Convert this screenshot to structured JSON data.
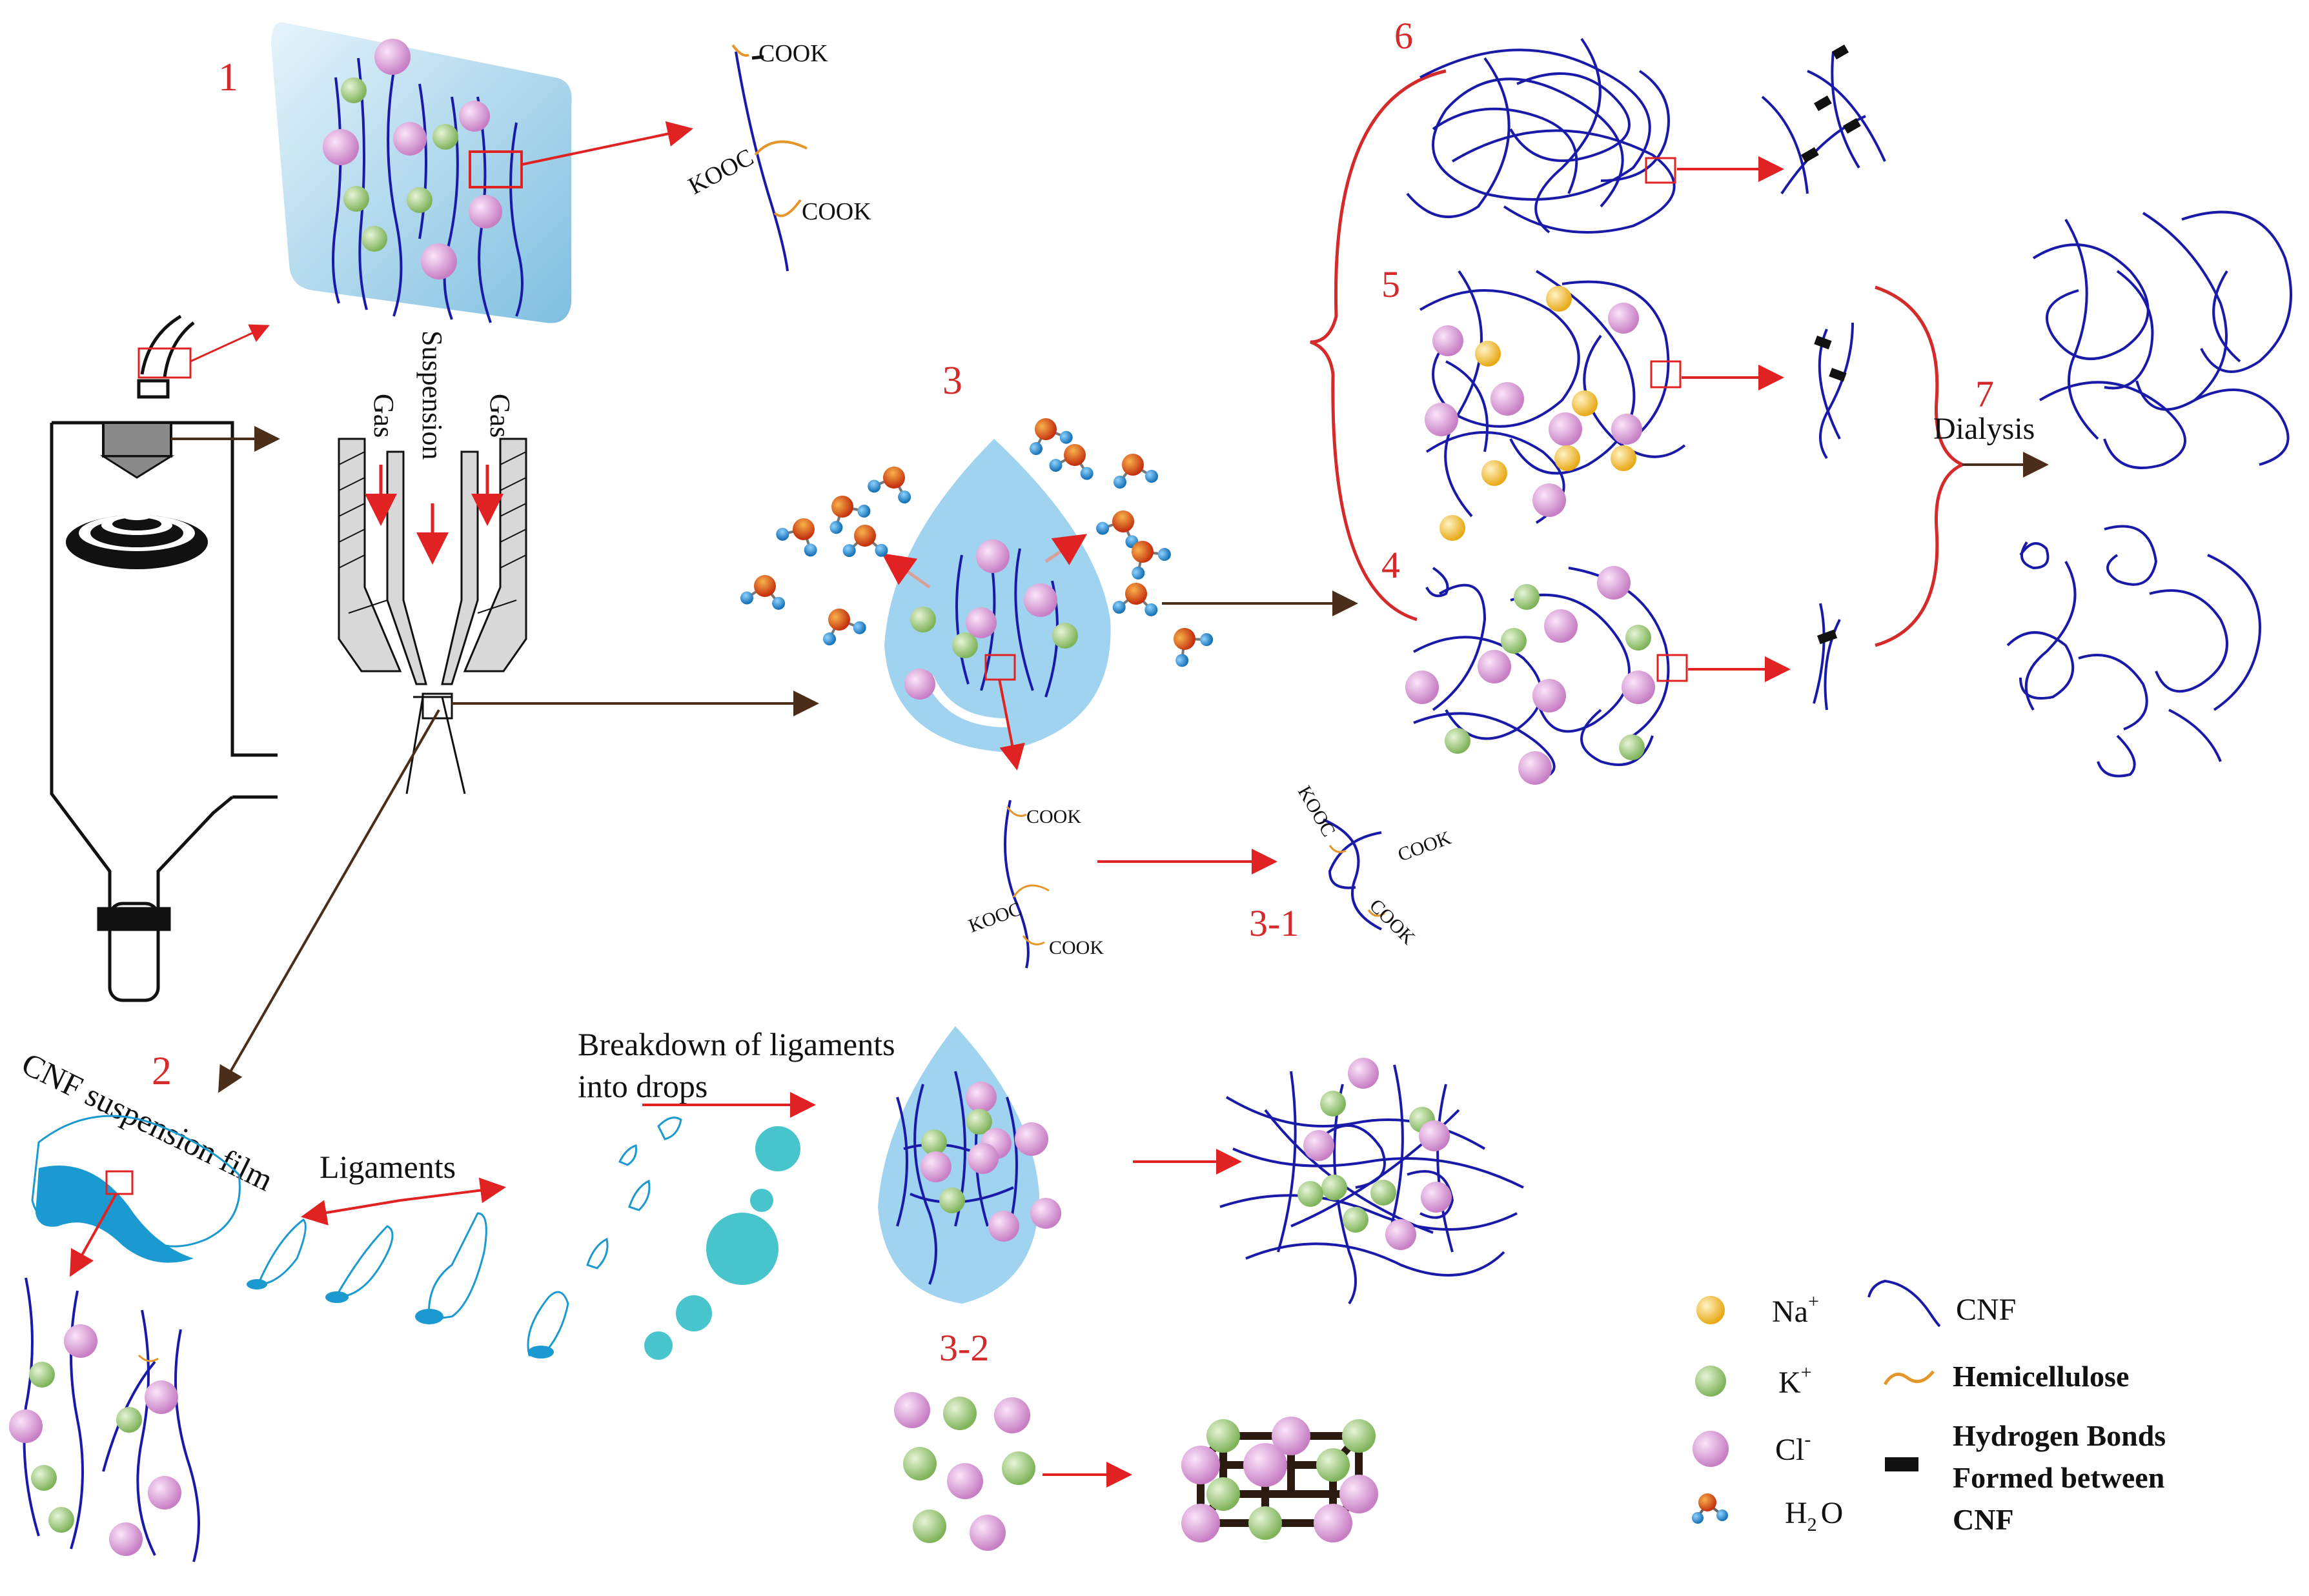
{
  "colors": {
    "cnf": "#1a1aa8",
    "hemicellulose": "#e5962a",
    "na": "#f2c12e",
    "k": "#8fc46a",
    "cl": "#d99ad6",
    "water_o": "#d9451a",
    "water_h": "#1f8fd0",
    "droplet": "#9fd3ef",
    "arrow_red": "#e02222",
    "arrow_brown": "#4a2e1a",
    "label_red": "#d42a2a"
  },
  "steps": {
    "s1": "1",
    "s2": "2",
    "s3": "3",
    "s3_1": "3-1",
    "s3_2": "3-2",
    "s4": "4",
    "s5": "5",
    "s6": "6",
    "s7": "7"
  },
  "nozzle": {
    "suspension": "Suspension",
    "gas_left": "Gas",
    "gas_right": "Gas"
  },
  "chem": {
    "cook": "COOK",
    "kooc": "KOOC"
  },
  "labels": {
    "dialysis": "Dialysis",
    "cnf_film": "CNF suspension film",
    "ligaments": "Ligaments",
    "breakdown_line1": "Breakdown of ligaments",
    "breakdown_line2": "into drops"
  },
  "legend": {
    "na": "Na",
    "na_sup": "+",
    "k": "K",
    "k_sup": "+",
    "cl": "Cl",
    "cl_sup": "-",
    "h2o_h": "H",
    "h2o_sub": "2",
    "h2o_o": "O",
    "cnf": "CNF",
    "hemicellulose": "Hemicellulose",
    "hbond_line1": "Hydrogen Bonds",
    "hbond_line2": "Formed between",
    "hbond_line3": "CNF"
  }
}
